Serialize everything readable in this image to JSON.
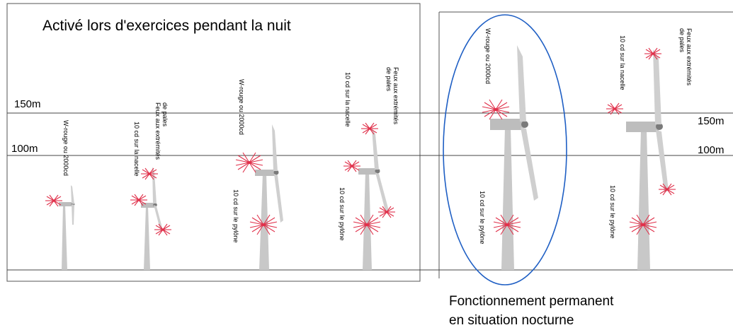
{
  "left_panel": {
    "title": "Activé lors d'exercices pendant la nuit",
    "label_150": "150m",
    "label_100": "100m",
    "t1_vertical": "W-rouge ou 2000cd",
    "t2_tip_line1": "Feux aux extrémités",
    "t2_tip_line2": "de pales",
    "t2_nacelle": "10 cd sur la nacelle",
    "t3_vertical": "W-rouge ou 2000cd",
    "t3_tower": "10 cd sur le pylône",
    "t4_tip_line1": "Feux aux extrémités",
    "t4_tip_line2": "de pales",
    "t4_nacelle": "10 cd sur la nacelle",
    "t4_tower": "10 cd sur le pylône"
  },
  "right_panel": {
    "label_150": "150m",
    "label_100": "100m",
    "t5_vertical": "W-rouge ou 2000cd",
    "t5_tower": "10 cd sur le pylône",
    "t6_tip_line1": "Feux aux extrémités",
    "t6_tip_line2": "de pales",
    "t6_nacelle": "10 cd sur la nacelle",
    "t6_tower": "10 cd sur le pylône",
    "caption_line1": "Fonctionnement permanent",
    "caption_line2": "en situation nocturne"
  },
  "colors": {
    "light": "#e0304a",
    "highlight_ellipse": "#1f5fc4"
  }
}
